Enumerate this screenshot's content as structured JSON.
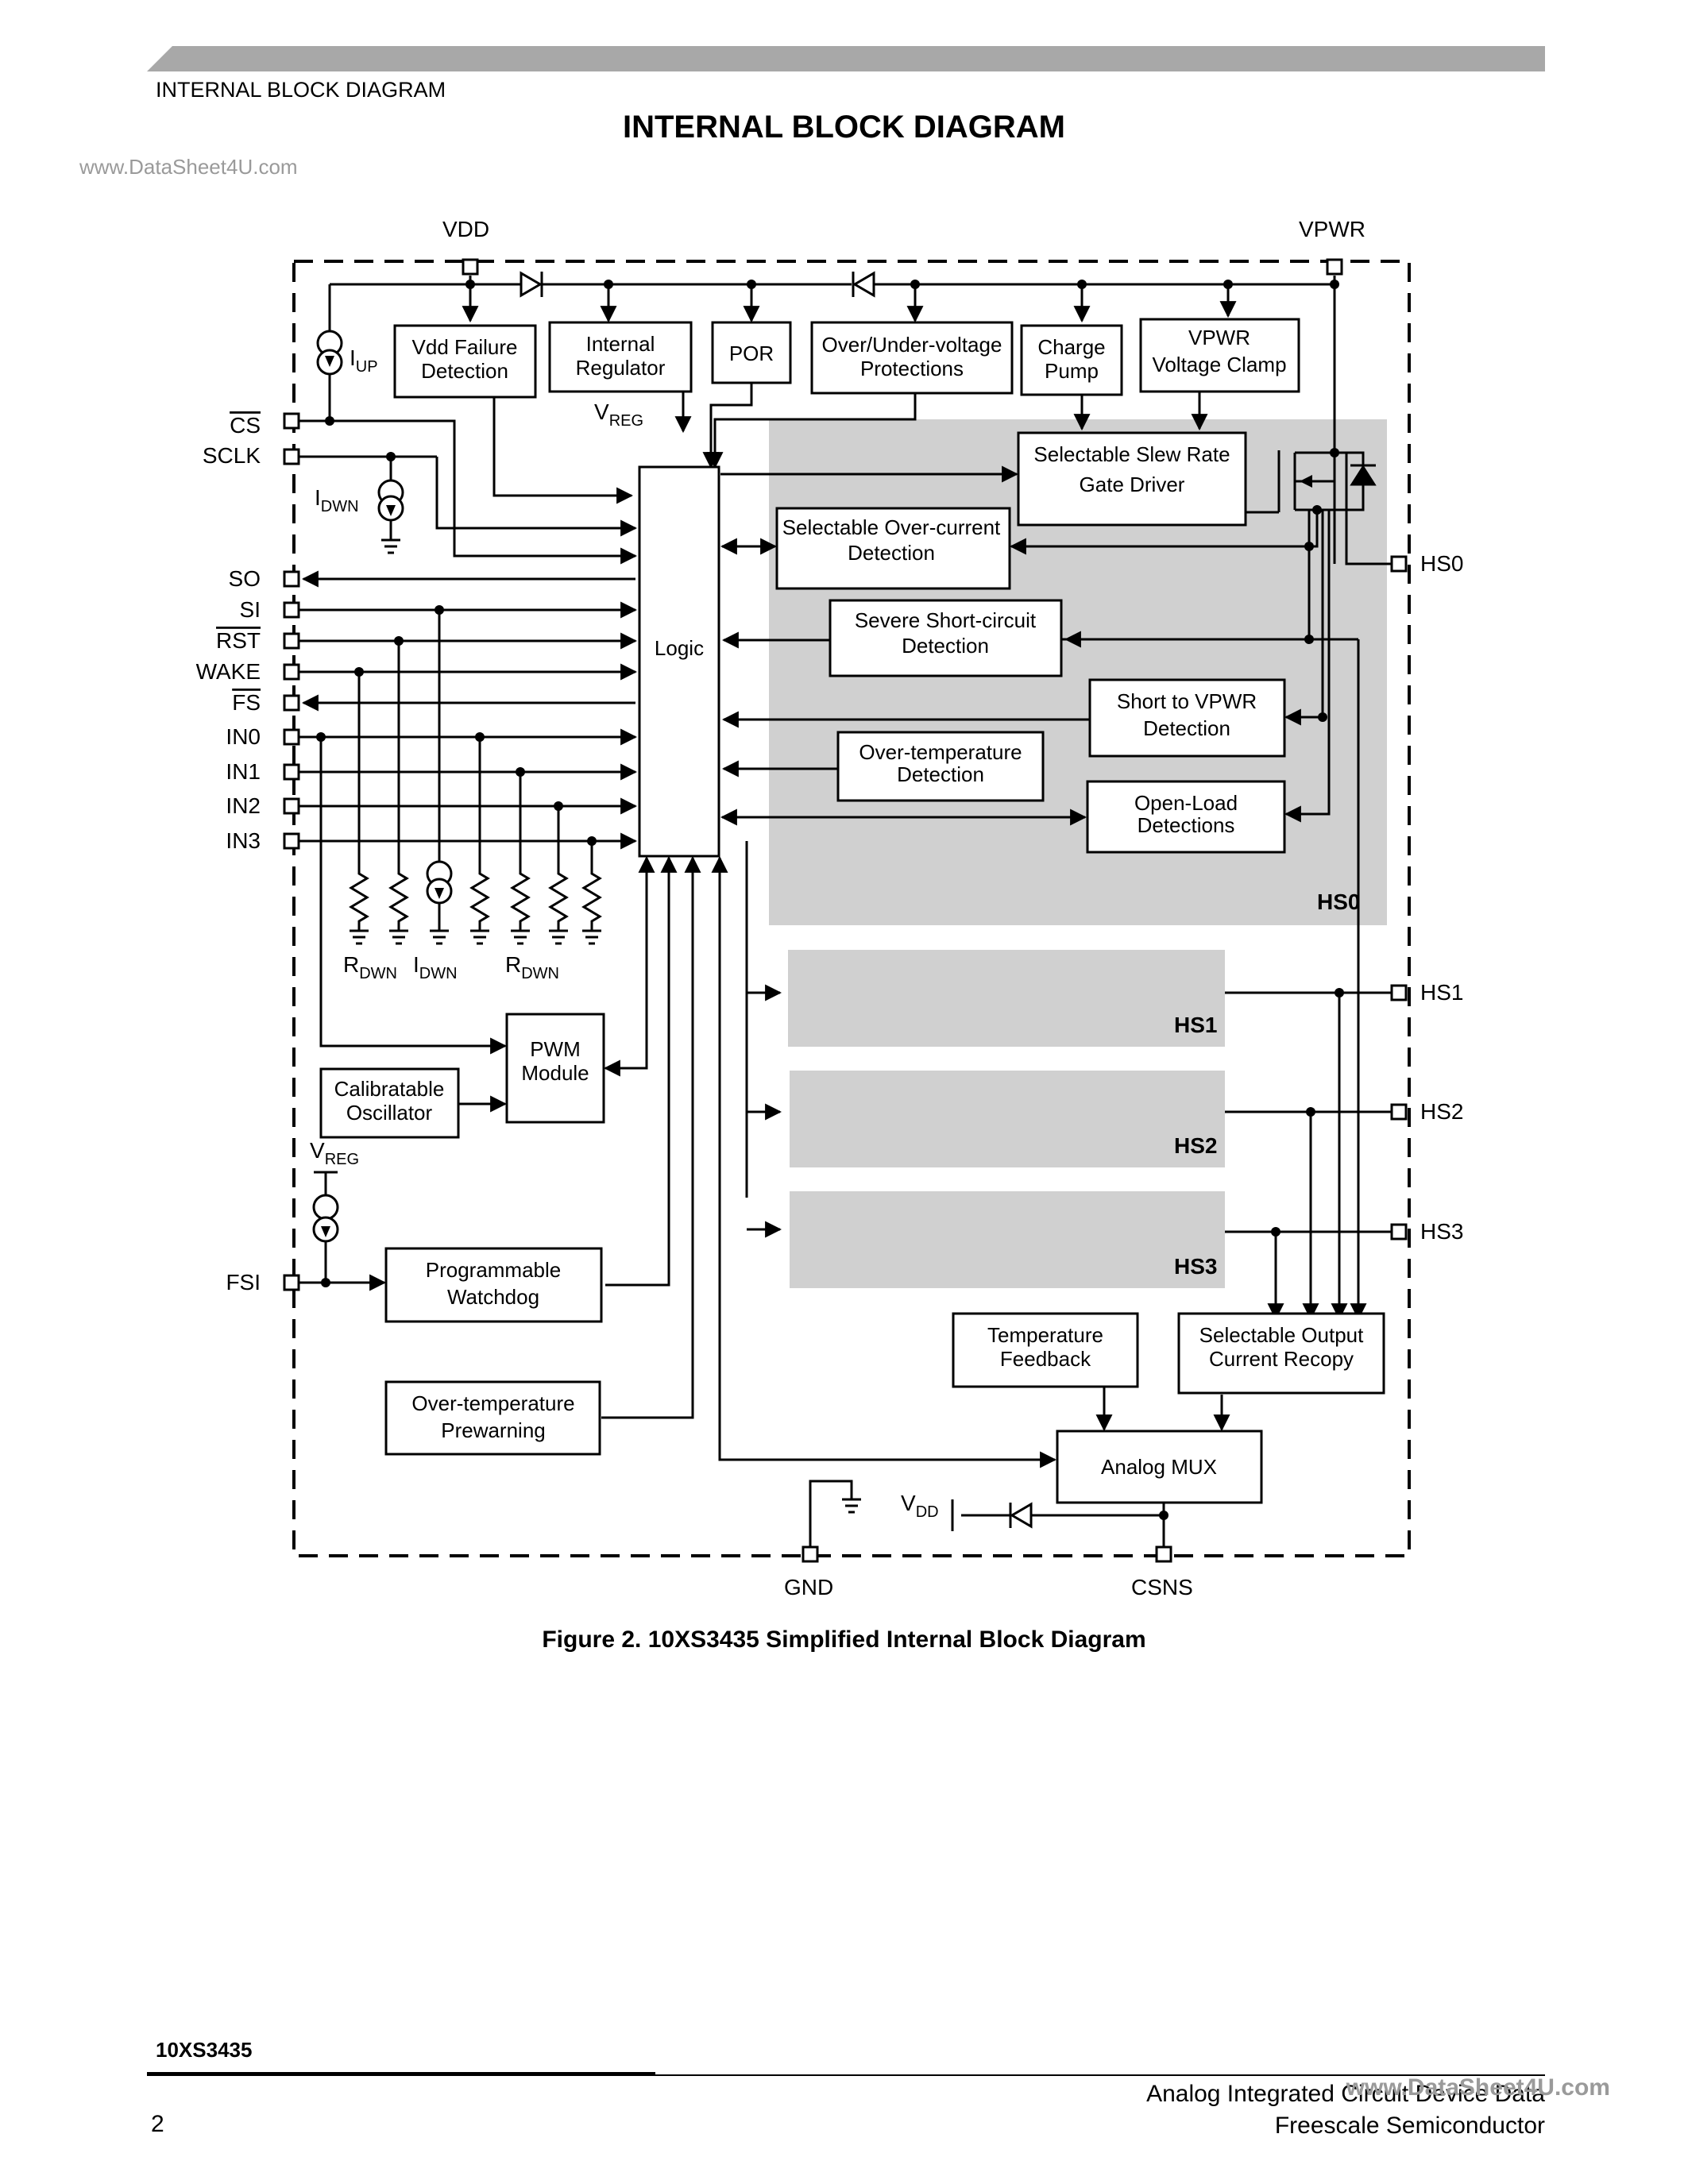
{
  "header": {
    "section_title": "INTERNAL BLOCK DIAGRAM",
    "watermark": "www.DataSheet4U.com",
    "page_title": "INTERNAL BLOCK DIAGRAM"
  },
  "diagram": {
    "supply_pins": {
      "vdd": "VDD",
      "vpwr": "VPWR",
      "gnd": "GND",
      "csns": "CSNS"
    },
    "left_pins": {
      "cs": "CS",
      "sclk": "SCLK",
      "so": "SO",
      "si": "SI",
      "rst": "RST",
      "wake": "WAKE",
      "fs": "FS",
      "in0": "IN0",
      "in1": "IN1",
      "in2": "IN2",
      "in3": "IN3",
      "fsi": "FSI"
    },
    "right_pins": {
      "hs0": "HS0",
      "hs1": "HS1",
      "hs2": "HS2",
      "hs3": "HS3"
    },
    "sources": {
      "iup": {
        "main": "I",
        "sub": "UP"
      },
      "idwn_sclk": {
        "main": "I",
        "sub": "DWN"
      },
      "vreg_logic": {
        "main": "V",
        "sub": "REG"
      },
      "vreg_fsi": {
        "main": "V",
        "sub": "REG"
      },
      "rdwn_left": {
        "main": "R",
        "sub": "DWN"
      },
      "idwn_bottom": {
        "main": "I",
        "sub": "DWN"
      },
      "rdwn_right": {
        "main": "R",
        "sub": "DWN"
      },
      "vdd_csns": {
        "main": "V",
        "sub": "DD"
      }
    },
    "blocks": {
      "vdd_failure": [
        "Vdd Failure",
        "Detection"
      ],
      "internal_regulator": [
        "Internal",
        "Regulator"
      ],
      "por": [
        "POR"
      ],
      "over_under_voltage": [
        "Over/Under-voltage",
        "Protections"
      ],
      "charge_pump": [
        "Charge",
        "Pump"
      ],
      "vpwr_clamp": [
        "VPWR",
        "Voltage Clamp"
      ],
      "logic": [
        "Logic"
      ],
      "slew_rate": [
        "Selectable Slew Rate",
        "Gate Driver"
      ],
      "over_current": [
        "Selectable Over-current",
        "Detection"
      ],
      "short_circuit": [
        "Severe Short-circuit",
        "Detection"
      ],
      "short_vpwr": [
        "Short to VPWR",
        "Detection"
      ],
      "over_temp": [
        "Over-temperature",
        "Detection"
      ],
      "open_load": [
        "Open-Load",
        "Detections"
      ],
      "pwm": [
        "PWM",
        "Module"
      ],
      "oscillator": [
        "Calibratable",
        "Oscillator"
      ],
      "watchdog": [
        "Programmable",
        "Watchdog"
      ],
      "prewarning": [
        "Over-temperature",
        "Prewarning"
      ],
      "temp_feedback": [
        "Temperature",
        "Feedback"
      ],
      "current_recopy": [
        "Selectable Output",
        "Current Recopy"
      ],
      "analog_mux": [
        "Analog MUX"
      ]
    },
    "channels": {
      "hs0": "HS0",
      "hs1": "HS1",
      "hs2": "HS2",
      "hs3": "HS3"
    }
  },
  "figure_caption": "Figure 2. 10XS3435 Simplified Internal Block Diagram",
  "footer": {
    "part_number": "10XS3435",
    "page_number": "2",
    "publication": "Analog Integrated Circuit Device Data",
    "company": "Freescale Semiconductor",
    "watermark": "www.DataSheet4U.com"
  }
}
